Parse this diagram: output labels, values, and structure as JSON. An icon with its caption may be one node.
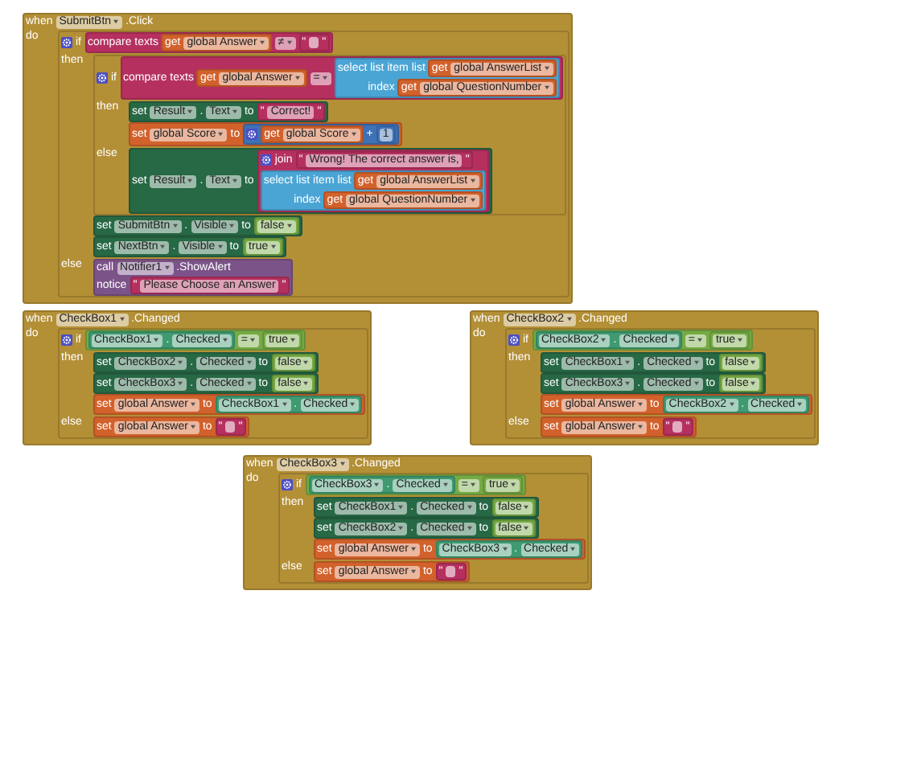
{
  "diagram": {
    "nodes": [
      {
        "text": [
          "when",
          "SubmitBtn",
          ".Click",
          "do"
        ]
      },
      {
        "text": [
          "if",
          "then",
          "else"
        ],
        "in": 0
      },
      {
        "text": [
          "compare texts",
          "≠"
        ],
        "in": 1
      },
      {
        "text": [
          "get",
          "global Answer"
        ],
        "in": 2
      },
      {
        "text": [
          "\"",
          "\""
        ],
        "in": 2
      },
      {
        "text": [
          "if",
          "then",
          "else"
        ],
        "in": 1
      },
      {
        "text": [
          "compare texts",
          "="
        ],
        "in": 5
      },
      {
        "text": [
          "get",
          "global Answer"
        ],
        "in": 6
      },
      {
        "text": [
          "select list item",
          "list",
          "index"
        ],
        "in": 6
      },
      {
        "text": [
          "get",
          "global AnswerList"
        ],
        "in": 8
      },
      {
        "text": [
          "get",
          "global QuestionNumber"
        ],
        "in": 8
      },
      {
        "text": [
          "set",
          "Result",
          ".",
          "Text",
          "to"
        ],
        "in": 5
      },
      {
        "text": [
          "\"",
          "Correct!",
          "\""
        ],
        "in": 11
      },
      {
        "text": [
          "set",
          "global Score",
          "to"
        ],
        "in": 5
      },
      {
        "text": [
          "+"
        ],
        "in": 13
      },
      {
        "text": [
          "get",
          "global Score"
        ],
        "in": 14
      },
      {
        "text": [
          "1"
        ],
        "in": 14
      },
      {
        "text": [
          "set",
          "Result",
          ".",
          "Text",
          "to"
        ],
        "in": 5
      },
      {
        "text": [
          "join"
        ],
        "in": 17
      },
      {
        "text": [
          "\"",
          "Wrong! The correct answer is,",
          "\""
        ],
        "in": 18
      },
      {
        "text": [
          "select list item",
          "list",
          "index"
        ],
        "in": 18
      },
      {
        "text": [
          "get",
          "global AnswerList"
        ],
        "in": 20
      },
      {
        "text": [
          "get",
          "global QuestionNumber"
        ],
        "in": 20
      },
      {
        "text": [
          "set",
          "SubmitBtn",
          ".",
          "Visible",
          "to"
        ],
        "in": 1
      },
      {
        "text": [
          "false"
        ],
        "in": 23
      },
      {
        "text": [
          "set",
          "NextBtn",
          ".",
          "Visible",
          "to"
        ],
        "in": 1
      },
      {
        "text": [
          "true"
        ],
        "in": 25
      },
      {
        "text": [
          "call",
          "Notifier1",
          ".ShowAlert",
          "notice"
        ],
        "in": 1
      },
      {
        "text": [
          "\"",
          "Please Choose an Answer",
          "\""
        ],
        "in": 27
      },
      {
        "text": [
          "when",
          "CheckBox1",
          ".Changed",
          "do"
        ]
      },
      {
        "text": [
          "if",
          "then",
          "else"
        ],
        "in": 29
      },
      {
        "text": [
          "="
        ],
        "in": 30
      },
      {
        "text": [
          "CheckBox1",
          ".",
          "Checked"
        ],
        "in": 31
      },
      {
        "text": [
          "true"
        ],
        "in": 31
      },
      {
        "text": [
          "set",
          "CheckBox2",
          ".",
          "Checked",
          "to"
        ],
        "in": 30
      },
      {
        "text": [
          "false"
        ],
        "in": 34
      },
      {
        "text": [
          "set",
          "CheckBox3",
          ".",
          "Checked",
          "to"
        ],
        "in": 30
      },
      {
        "text": [
          "false"
        ],
        "in": 36
      },
      {
        "text": [
          "set",
          "global Answer",
          "to"
        ],
        "in": 30
      },
      {
        "text": [
          "CheckBox1",
          ".",
          "Checked"
        ],
        "in": 38
      },
      {
        "text": [
          "set",
          "global Answer",
          "to"
        ],
        "in": 30
      },
      {
        "text": [
          "\"",
          "\""
        ],
        "in": 40
      },
      {
        "text": [
          "when",
          "CheckBox2",
          ".Changed",
          "do"
        ]
      },
      {
        "text": [
          "if",
          "then",
          "else"
        ],
        "in": 42
      },
      {
        "text": [
          "="
        ],
        "in": 43
      },
      {
        "text": [
          "CheckBox2",
          ".",
          "Checked"
        ],
        "in": 44
      },
      {
        "text": [
          "true"
        ],
        "in": 44
      },
      {
        "text": [
          "set",
          "CheckBox1",
          ".",
          "Checked",
          "to"
        ],
        "in": 43
      },
      {
        "text": [
          "false"
        ],
        "in": 47
      },
      {
        "text": [
          "set",
          "CheckBox3",
          ".",
          "Checked",
          "to"
        ],
        "in": 43
      },
      {
        "text": [
          "false"
        ],
        "in": 49
      },
      {
        "text": [
          "set",
          "global Answer",
          "to"
        ],
        "in": 43
      },
      {
        "text": [
          "CheckBox2",
          ".",
          "Checked"
        ],
        "in": 51
      },
      {
        "text": [
          "set",
          "global Answer",
          "to"
        ],
        "in": 43
      },
      {
        "text": [
          "\"",
          "\""
        ],
        "in": 53
      },
      {
        "text": [
          "when",
          "CheckBox3",
          ".Changed",
          "do"
        ]
      },
      {
        "text": [
          "if",
          "then",
          "else"
        ],
        "in": 55
      },
      {
        "text": [
          "="
        ],
        "in": 56
      },
      {
        "text": [
          "CheckBox3",
          ".",
          "Checked"
        ],
        "in": 57
      },
      {
        "text": [
          "true"
        ],
        "in": 57
      },
      {
        "text": [
          "set",
          "CheckBox1",
          ".",
          "Checked",
          "to"
        ],
        "in": 56
      },
      {
        "text": [
          "false"
        ],
        "in": 60
      },
      {
        "text": [
          "set",
          "CheckBox2",
          ".",
          "Checked",
          "to"
        ],
        "in": 56
      },
      {
        "text": [
          "false"
        ],
        "in": 62
      },
      {
        "text": [
          "set",
          "global Answer",
          "to"
        ],
        "in": 56
      },
      {
        "text": [
          "CheckBox3",
          ".",
          "Checked"
        ],
        "in": 64
      },
      {
        "text": [
          "set",
          "global Answer",
          "to"
        ],
        "in": 56
      },
      {
        "text": [
          "\"",
          "\""
        ],
        "in": 66
      }
    ]
  }
}
